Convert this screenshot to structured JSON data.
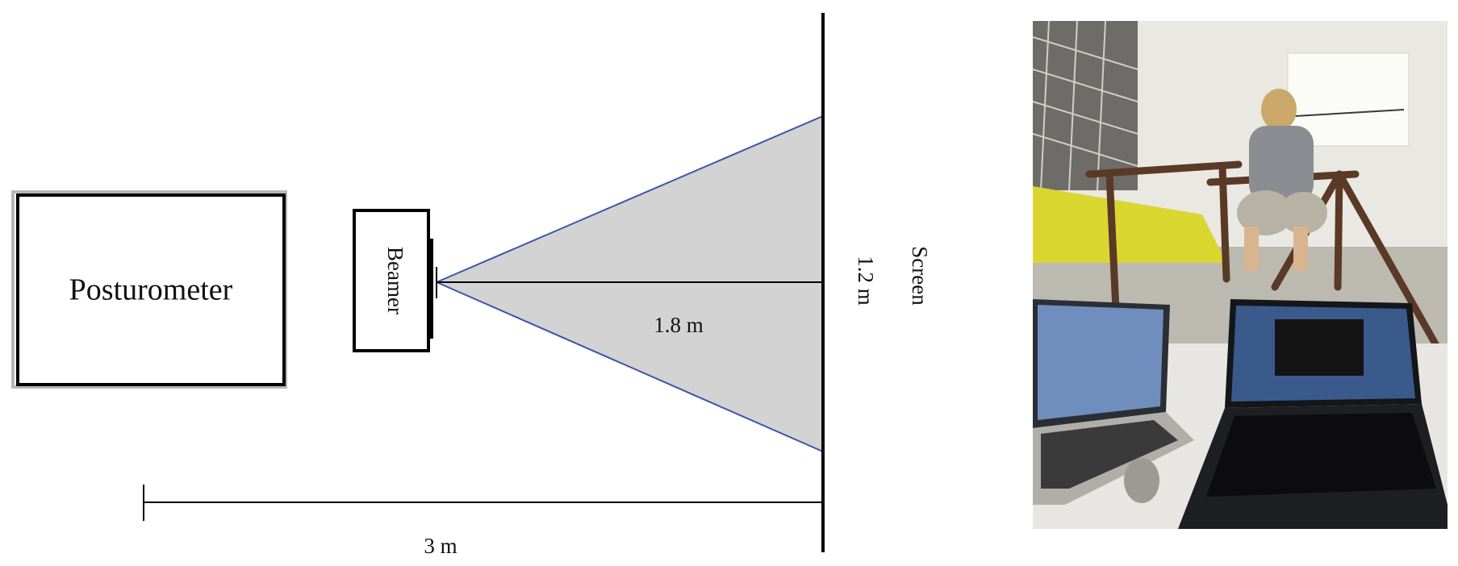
{
  "diagram": {
    "posturometer_label": "Posturometer",
    "beamer_label": "Beamer",
    "screen_label": "Screen",
    "screen_height": "1.2 m",
    "beamer_distance": "1.8 m",
    "total_distance": "3 m"
  },
  "photo": {
    "description_icon": "lab-setup-photo",
    "colors": {
      "wall": "#e9e8e3",
      "floor": "#bdbab2",
      "frame": "#5a3a26",
      "equipment": "#d9d630"
    }
  }
}
